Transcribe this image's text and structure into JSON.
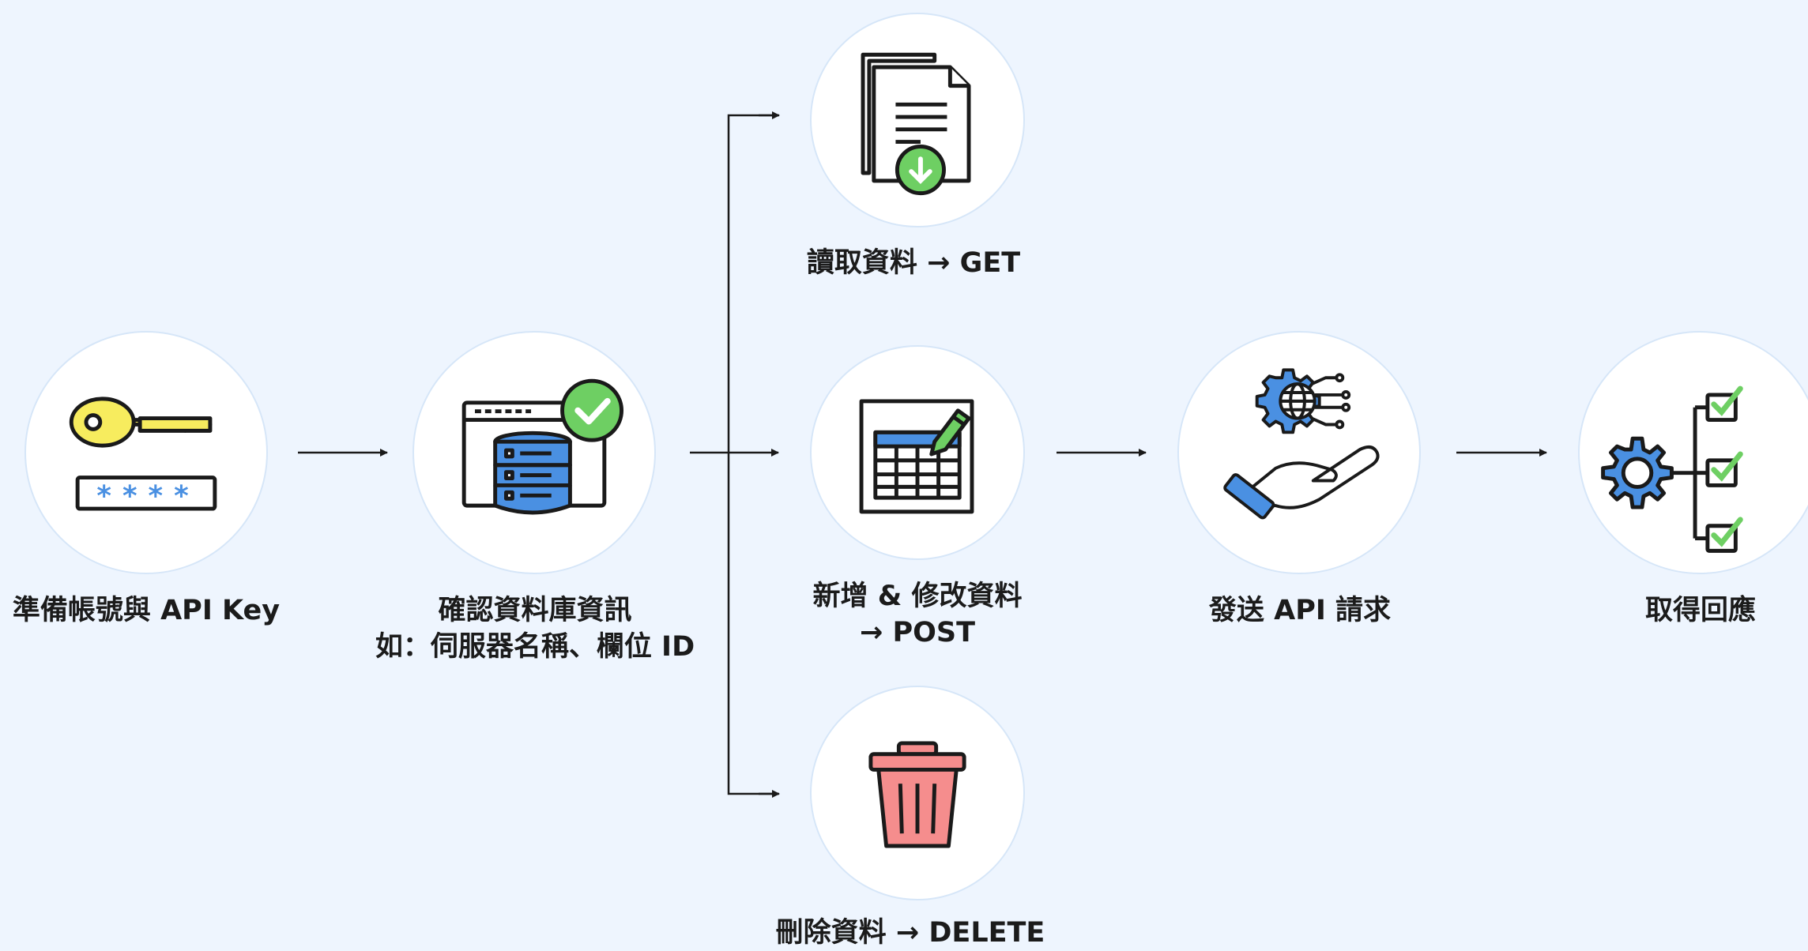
{
  "colors": {
    "background": "#eef5fe",
    "node_fill": "#ffffff",
    "node_border": "#d6e6f8",
    "line": "#1a1a1a",
    "key_yellow": "#f7ec5e",
    "accent_blue": "#4a90e2",
    "check_green": "#6ecf63",
    "trash_pink": "#f58d8d"
  },
  "nodes": [
    {
      "id": "prepare",
      "icon": "key-password-icon",
      "label": [
        "準備帳號與 API Key"
      ]
    },
    {
      "id": "confirm",
      "icon": "database-check-icon",
      "label": [
        "確認資料庫資訊",
        "如：伺服器名稱、欄位 ID"
      ]
    },
    {
      "id": "get",
      "icon": "document-download-icon",
      "label": [
        "讀取資料 → GET"
      ]
    },
    {
      "id": "post",
      "icon": "table-edit-icon",
      "label": [
        "新增 & 修改資料",
        "→ POST"
      ]
    },
    {
      "id": "delete",
      "icon": "trash-icon",
      "label": [
        "刪除資料 → DELETE"
      ]
    },
    {
      "id": "send",
      "icon": "hand-gear-network-icon",
      "label": [
        "發送 API 請求"
      ]
    },
    {
      "id": "response",
      "icon": "gear-checklist-icon",
      "label": [
        "取得回應"
      ]
    }
  ]
}
